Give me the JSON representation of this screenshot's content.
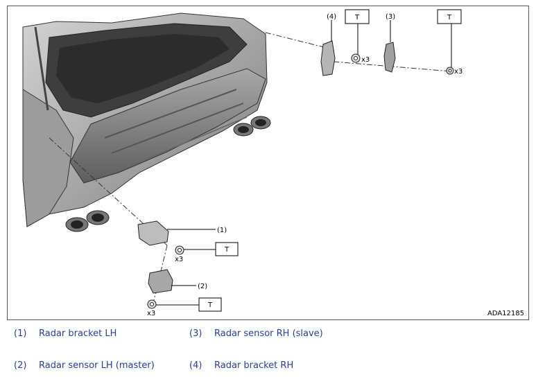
{
  "diagram": {
    "code": "ADA12185",
    "callouts": {
      "c1": "(1)",
      "c2": "(2)",
      "c3": "(3)",
      "c4": "(4)"
    },
    "torque_label": "T",
    "qty_label": "x3"
  },
  "legend": [
    {
      "num": "(1)",
      "text": "Radar bracket LH"
    },
    {
      "num": "(3)",
      "text": "Radar sensor RH (slave)"
    },
    {
      "num": "(2)",
      "text": "Radar sensor LH (master)"
    },
    {
      "num": "(4)",
      "text": "Radar bracket RH"
    }
  ],
  "colors": {
    "legend_text": "#2a3ca0",
    "frame": "#555555",
    "body_gray": "#8f8f8f"
  }
}
